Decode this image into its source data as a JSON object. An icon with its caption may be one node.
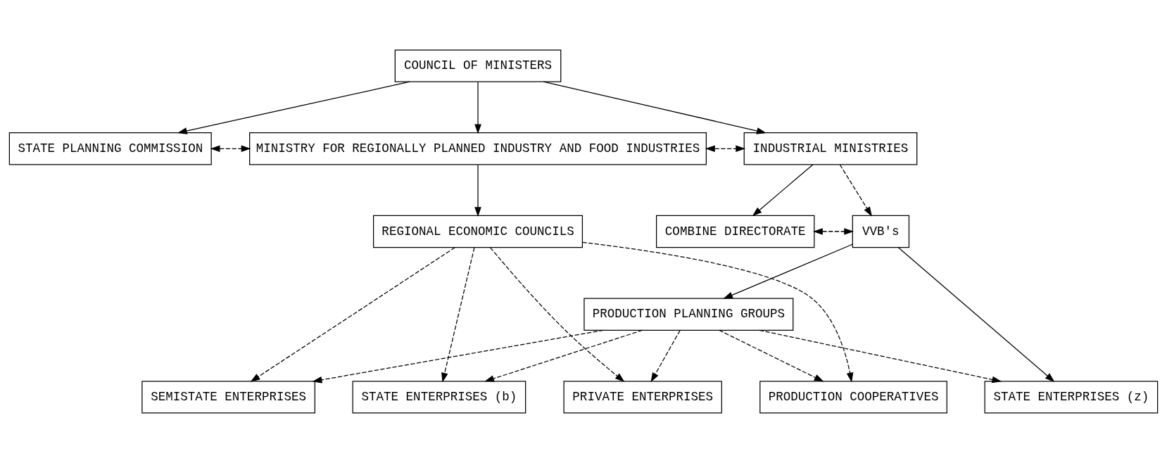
{
  "diagram": {
    "nodes": [
      {
        "text": [
          "COUNCIL OF MINISTERS"
        ]
      },
      {
        "text": [
          "STATE PLANNING COMMISSION"
        ]
      },
      {
        "text": [
          "MINISTRY FOR REGIONALLY PLANNED INDUSTRY AND FOOD INDUSTRIES"
        ]
      },
      {
        "text": [
          "INDUSTRIAL MINISTRIES"
        ]
      },
      {
        "text": [
          "REGIONAL ECONOMIC COUNCILS"
        ]
      },
      {
        "text": [
          "COMBINE DIRECTORATE"
        ]
      },
      {
        "text": [
          "VVB's"
        ]
      },
      {
        "text": [
          "PRODUCTION PLANNING GROUPS"
        ]
      },
      {
        "text": [
          "PRIVATE ENTERPRISES"
        ]
      },
      {
        "text": [
          "SEMISTATE ENTERPRISES"
        ]
      },
      {
        "text": [
          "PRODUCTION COOPERATIVES"
        ]
      },
      {
        "text": [
          "STATE ENTERPRISES (b)"
        ]
      },
      {
        "text": [
          "STATE ENTERPRISES (z)"
        ]
      }
    ],
    "edges": [
      {
        "from": 0,
        "to": 1,
        "arrow": "to"
      },
      {
        "from": 0,
        "to": 2,
        "arrow": "to"
      },
      {
        "from": 0,
        "to": 3,
        "arrow": "to"
      },
      {
        "from": 1,
        "to": 2,
        "arrow": "both",
        "style": "dashed"
      },
      {
        "from": 2,
        "to": 3,
        "arrow": "both",
        "style": "dashed"
      },
      {
        "from": 2,
        "to": 4,
        "arrow": "to"
      },
      {
        "from": 3,
        "to": 5,
        "arrow": "to"
      },
      {
        "from": 3,
        "to": 6,
        "arrow": "to",
        "style": "dashed"
      },
      {
        "from": 5,
        "to": 6,
        "arrow": "both",
        "style": "dashed"
      },
      {
        "from": 6,
        "to": 7,
        "arrow": "to"
      },
      {
        "from": 6,
        "to": 12,
        "arrow": "to"
      },
      {
        "from": 4,
        "to": 8,
        "arrow": "to",
        "style": "dashed"
      },
      {
        "from": 4,
        "to": 9,
        "arrow": "to",
        "style": "dashed"
      },
      {
        "from": 4,
        "to": 10,
        "arrow": "to",
        "style": "dashed"
      },
      {
        "from": 4,
        "to": 11,
        "arrow": "to",
        "style": "dashed"
      },
      {
        "from": 7,
        "to": 8,
        "arrow": "to",
        "style": "dashed"
      },
      {
        "from": 7,
        "to": 9,
        "arrow": "to",
        "style": "dashed"
      },
      {
        "from": 7,
        "to": 10,
        "arrow": "to",
        "style": "dashed"
      },
      {
        "from": 7,
        "to": 11,
        "arrow": "to",
        "style": "dashed"
      },
      {
        "from": 7,
        "to": 12,
        "arrow": "to",
        "style": "dashed"
      }
    ]
  }
}
